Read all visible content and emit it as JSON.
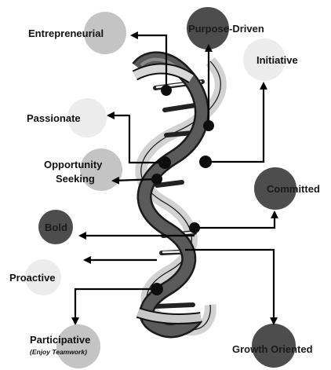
{
  "colors": {
    "circle_dark": "#4d4d4d",
    "circle_mid": "#c4c4c4",
    "circle_light": "#ececec",
    "strand_dark": "#4a4a4a",
    "strand_light": "#d2d2d2",
    "line": "#000000"
  },
  "traits": [
    {
      "id": "entrepreneurial",
      "label": "Entrepreneurial",
      "shade": "mid"
    },
    {
      "id": "purpose-driven",
      "label": "Purpose-Driven",
      "shade": "dark"
    },
    {
      "id": "initiative",
      "label": "Initiative",
      "shade": "light"
    },
    {
      "id": "passionate",
      "label": "Passionate",
      "shade": "light"
    },
    {
      "id": "opportunity-seeking",
      "label": "Opportunity Seeking",
      "line1": "Opportunity",
      "line2": "Seeking",
      "shade": "mid"
    },
    {
      "id": "committed",
      "label": "Committed",
      "shade": "dark"
    },
    {
      "id": "bold",
      "label": "Bold",
      "shade": "dark"
    },
    {
      "id": "proactive",
      "label": "Proactive",
      "shade": "light"
    },
    {
      "id": "participative",
      "label": "Participative",
      "sublabel": "(Enjoy Teamwork)",
      "shade": "mid"
    },
    {
      "id": "growth-oriented",
      "label": "Growth Oriented",
      "shade": "dark"
    }
  ]
}
